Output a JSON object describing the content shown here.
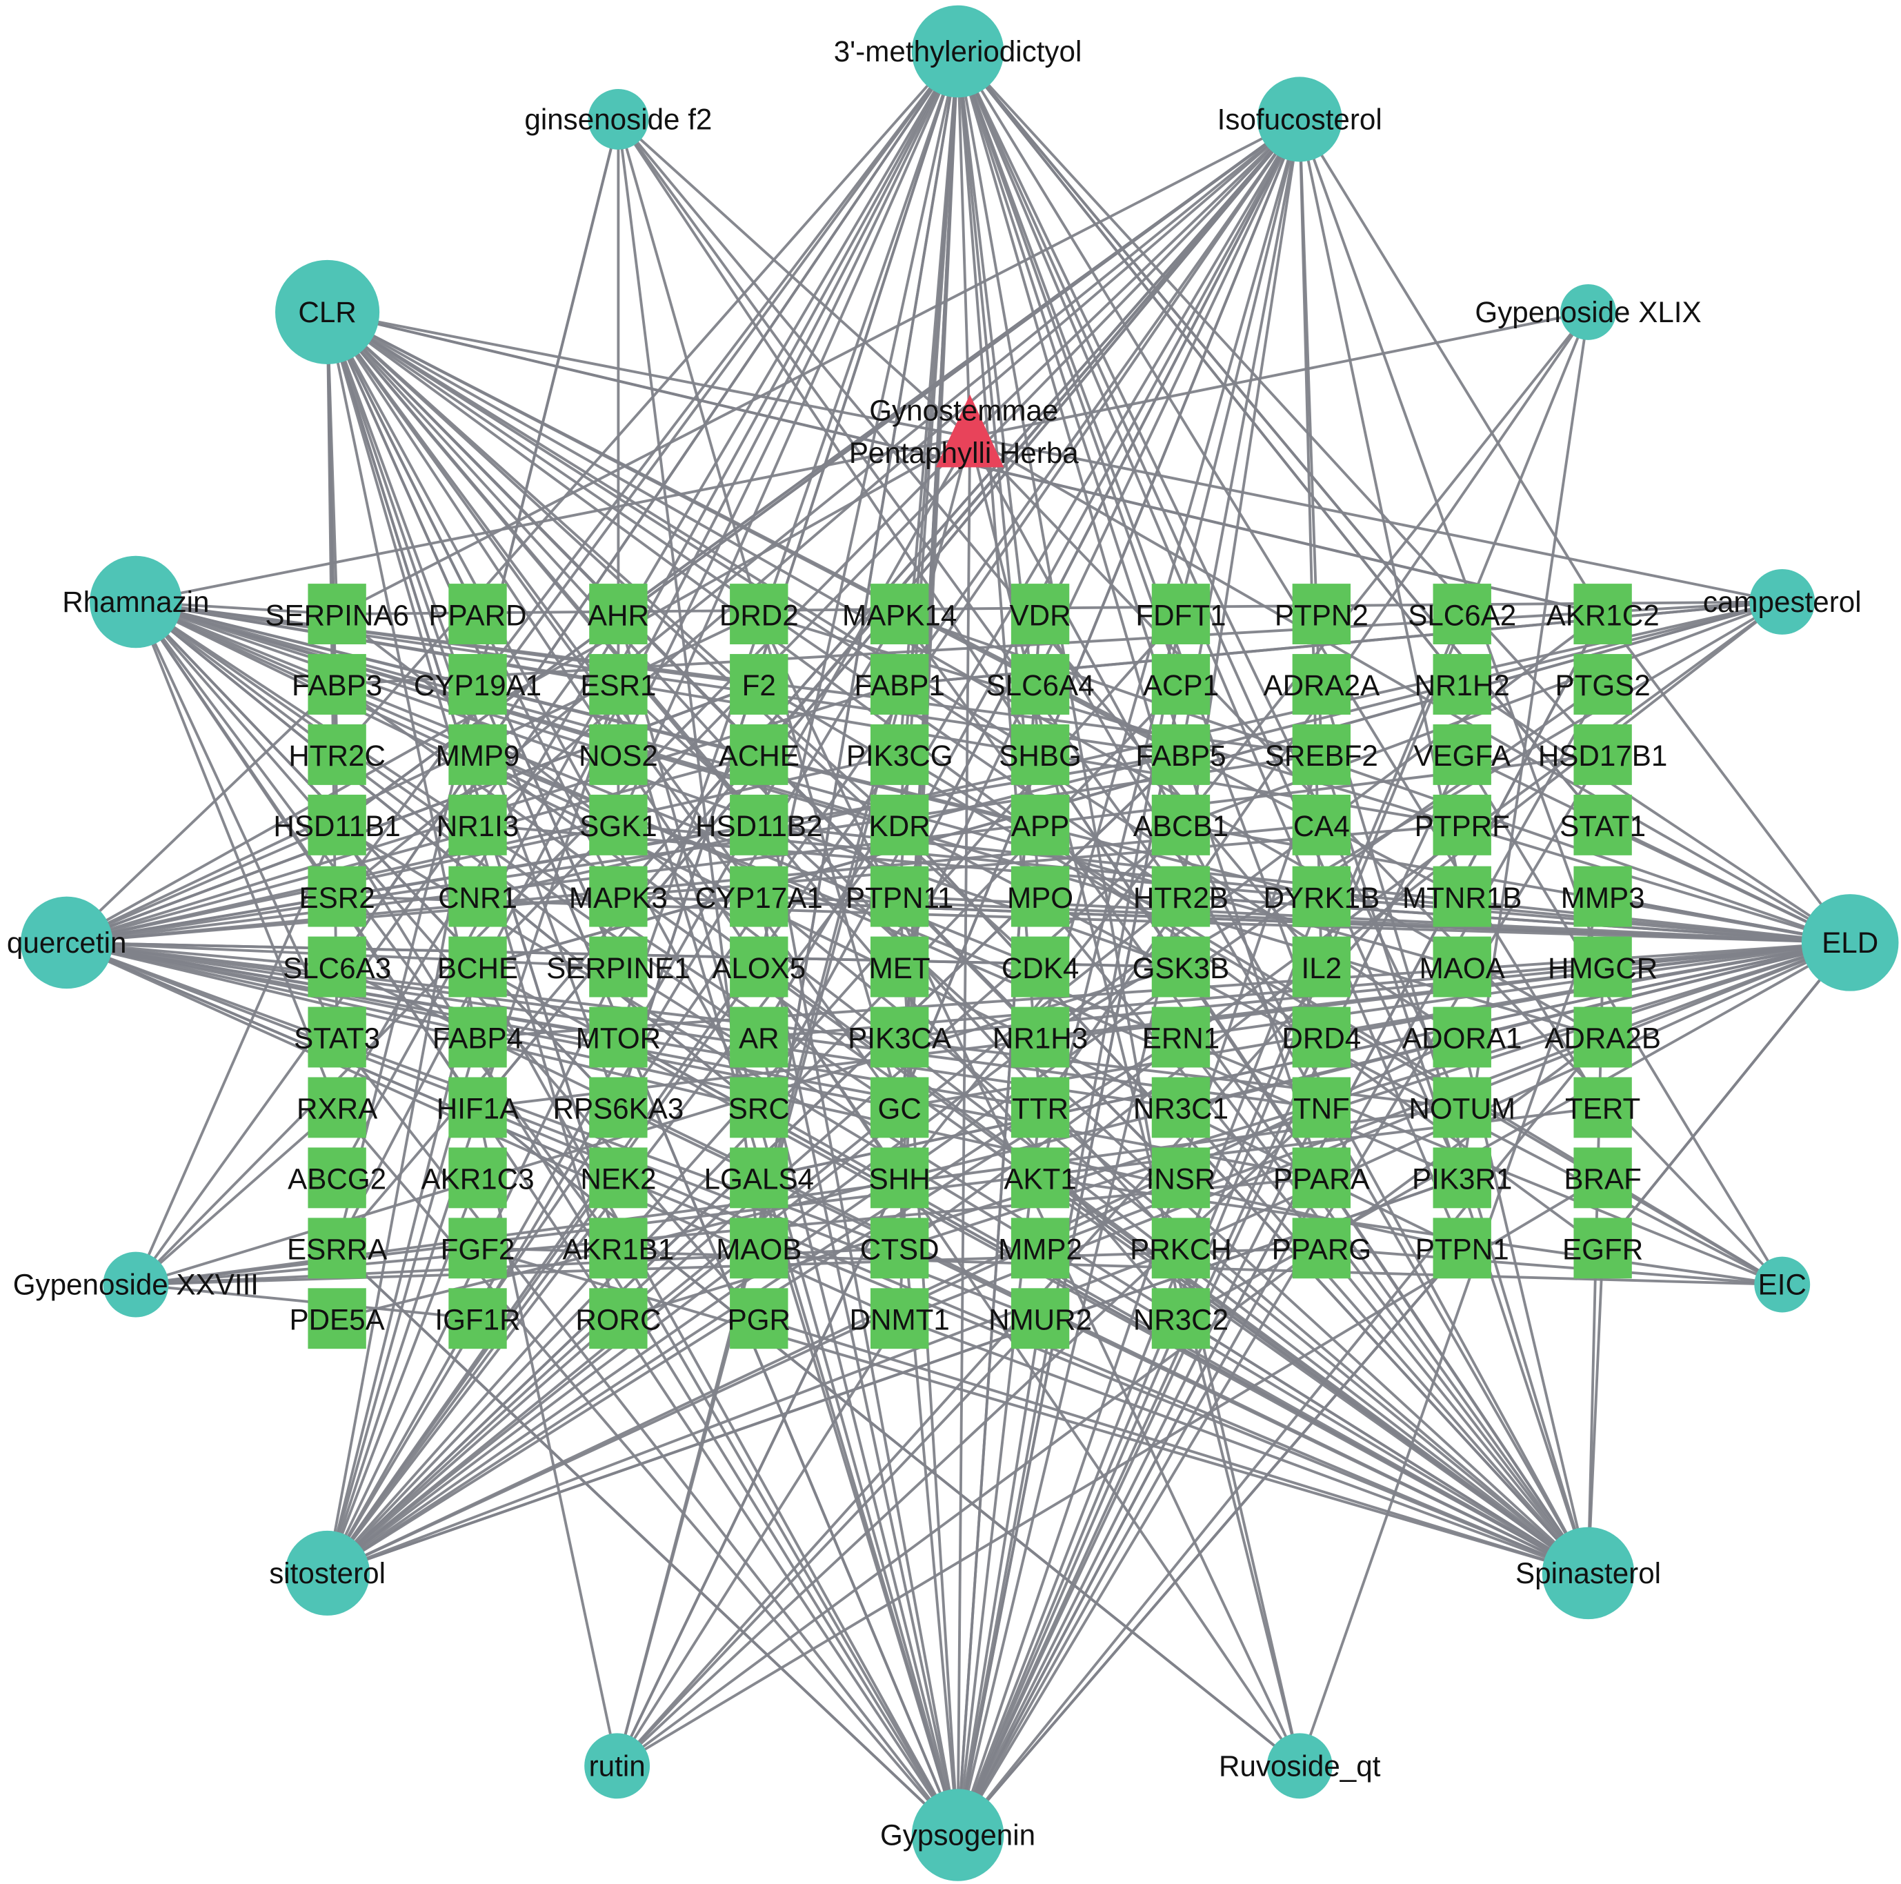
{
  "title": "Gynostemmae Pentaphylli Herba compound-target network",
  "colors": {
    "compound": "#4fc4b6",
    "target": "#5ec55a",
    "herb": "#e8435a",
    "edge": "#80828a"
  },
  "herb": {
    "line1": "Gynostemmae",
    "line2": "Pentaphylli Herba"
  },
  "compounds": [
    "3'-methyleriodictyol",
    "ginsenoside f2",
    "Isofucosterol",
    "CLR",
    "Gypenoside XLIX",
    "Rhamnazin",
    "campesterol",
    "quercetin",
    "ELD",
    "Gypenoside XXVIII",
    "EIC",
    "sitosterol",
    "Spinasterol",
    "rutin",
    "Ruvoside_qt",
    "Gypsogenin"
  ],
  "target_rows": [
    [
      "SERPINA6",
      "PPARD",
      "AHR",
      "DRD2",
      "MAPK14",
      "VDR",
      "FDFT1",
      "PTPN2",
      "SLC6A2",
      "AKR1C2"
    ],
    [
      "FABP3",
      "CYP19A1",
      "ESR1",
      "F2",
      "FABP1",
      "SLC6A4",
      "ACP1",
      "ADRA2A",
      "NR1H2",
      "PTGS2"
    ],
    [
      "HTR2C",
      "MMP9",
      "NOS2",
      "ACHE",
      "PIK3CG",
      "SHBG",
      "FABP5",
      "SREBF2",
      "VEGFA",
      "HSD17B1"
    ],
    [
      "HSD11B1",
      "NR1I3",
      "SGK1",
      "HSD11B2",
      "KDR",
      "APP",
      "ABCB1",
      "CA4",
      "PTPRF",
      "STAT1"
    ],
    [
      "ESR2",
      "CNR1",
      "MAPK3",
      "CYP17A1",
      "PTPN11",
      "MPO",
      "HTR2B",
      "DYRK1B",
      "MTNR1B",
      "MMP3"
    ],
    [
      "SLC6A3",
      "BCHE",
      "SERPINE1",
      "ALOX5",
      "MET",
      "CDK4",
      "GSK3B",
      "IL2",
      "MAOA",
      "HMGCR"
    ],
    [
      "STAT3",
      "FABP4",
      "MTOR",
      "AR",
      "PIK3CA",
      "NR1H3",
      "ERN1",
      "DRD4",
      "ADORA1",
      "ADRA2B"
    ],
    [
      "RXRA",
      "HIF1A",
      "RPS6KA3",
      "SRC",
      "GC",
      "TTR",
      "NR3C1",
      "TNF",
      "NOTUM",
      "TERT"
    ],
    [
      "ABCG2",
      "AKR1C3",
      "NEK2",
      "LGALS4",
      "SHH",
      "AKT1",
      "INSR",
      "PPARA",
      "PIK3R1",
      "BRAF"
    ],
    [
      "ESRRA",
      "FGF2",
      "AKR1B1",
      "MAOB",
      "CTSD",
      "MMP2",
      "PRKCH",
      "PPARG",
      "PTPN1",
      "EGFR"
    ],
    [
      "PDE5A",
      "IGF1R",
      "RORC",
      "PGR",
      "DNMT1",
      "NMUR2",
      "NR3C2"
    ]
  ]
}
